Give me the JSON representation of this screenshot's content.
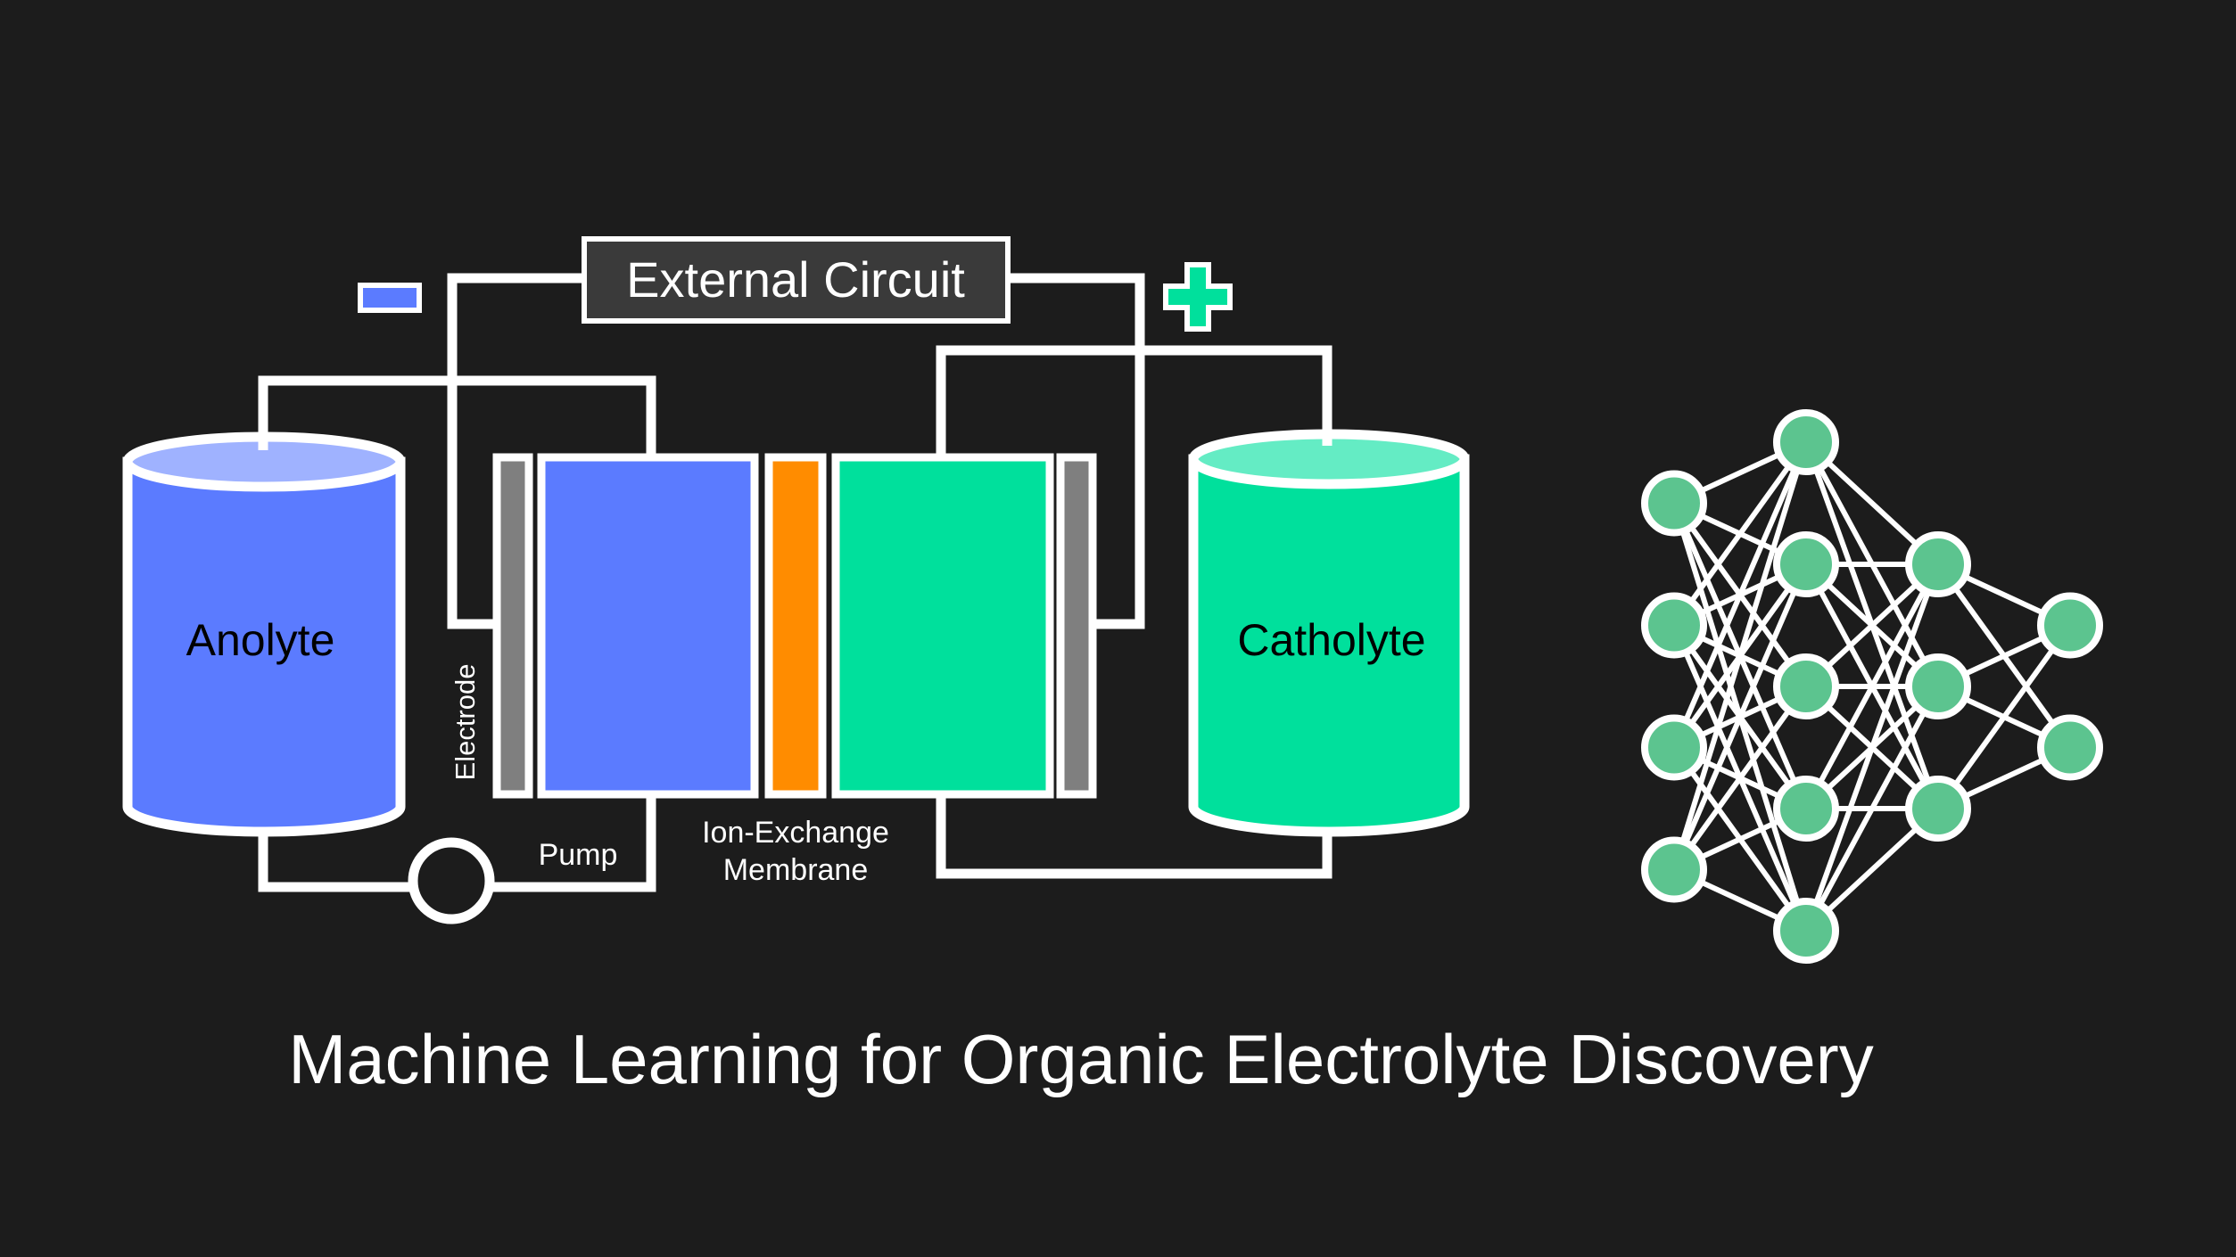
{
  "diagram": {
    "external_circuit_label": "External Circuit",
    "anolyte_label": "Anolyte",
    "catholyte_label": "Catholyte",
    "electrode_label": "Electrode",
    "pump_label": "Pump",
    "membrane_label_line1": "Ion-Exchange",
    "membrane_label_line2": "Membrane",
    "negative_terminal_icon": "minus-icon",
    "positive_terminal_icon": "plus-icon"
  },
  "caption": "Machine Learning for Organic Electrolyte Discovery",
  "neural_network": {
    "layers": [
      4,
      5,
      3,
      2
    ],
    "node_color": "#5cc48f"
  },
  "colors": {
    "background": "#1c1c1c",
    "anolyte": "#5b7bff",
    "anolyte_top": "#9fb2ff",
    "catholyte": "#00e09c",
    "catholyte_top": "#64ecc4",
    "membrane": "#ff8c00",
    "electrode": "#7f7f7f",
    "circuit_box": "#3a3a3a",
    "wire": "#ffffff"
  }
}
